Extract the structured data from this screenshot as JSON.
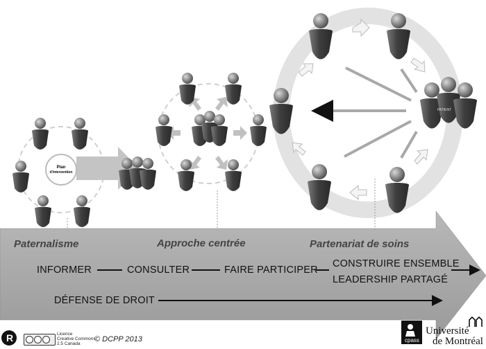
{
  "models": {
    "paternalisme": "Paternalisme",
    "approche": "Approche centrée",
    "partenariat": "Partenariat de soins"
  },
  "steps": {
    "informer": "INFORMER",
    "consulter": "CONSULTER",
    "faire_participer": "FAIRE PARTICIPER",
    "construire": "CONSTRUIRE ENSEMBLE",
    "leadership": "LEADERSHIP PARTAGÉ",
    "defense": "DÉFENSE DE DROIT"
  },
  "plan_label": {
    "line1": "Plan",
    "line2": "d'intervention"
  },
  "patient_label": "PATIENT",
  "footer": {
    "license_line1": "Licence",
    "license_line2": "Creative Commons",
    "license_line3": "2.5 Canada",
    "copyright": "© DCPP 2013",
    "cpass": "cpass",
    "udem_line1": "Université",
    "udem_line2": "de Montréal"
  },
  "colors": {
    "arrow": "#a6a6a6",
    "figure": "#5a5a5a",
    "ring": "#e2e2e2"
  }
}
